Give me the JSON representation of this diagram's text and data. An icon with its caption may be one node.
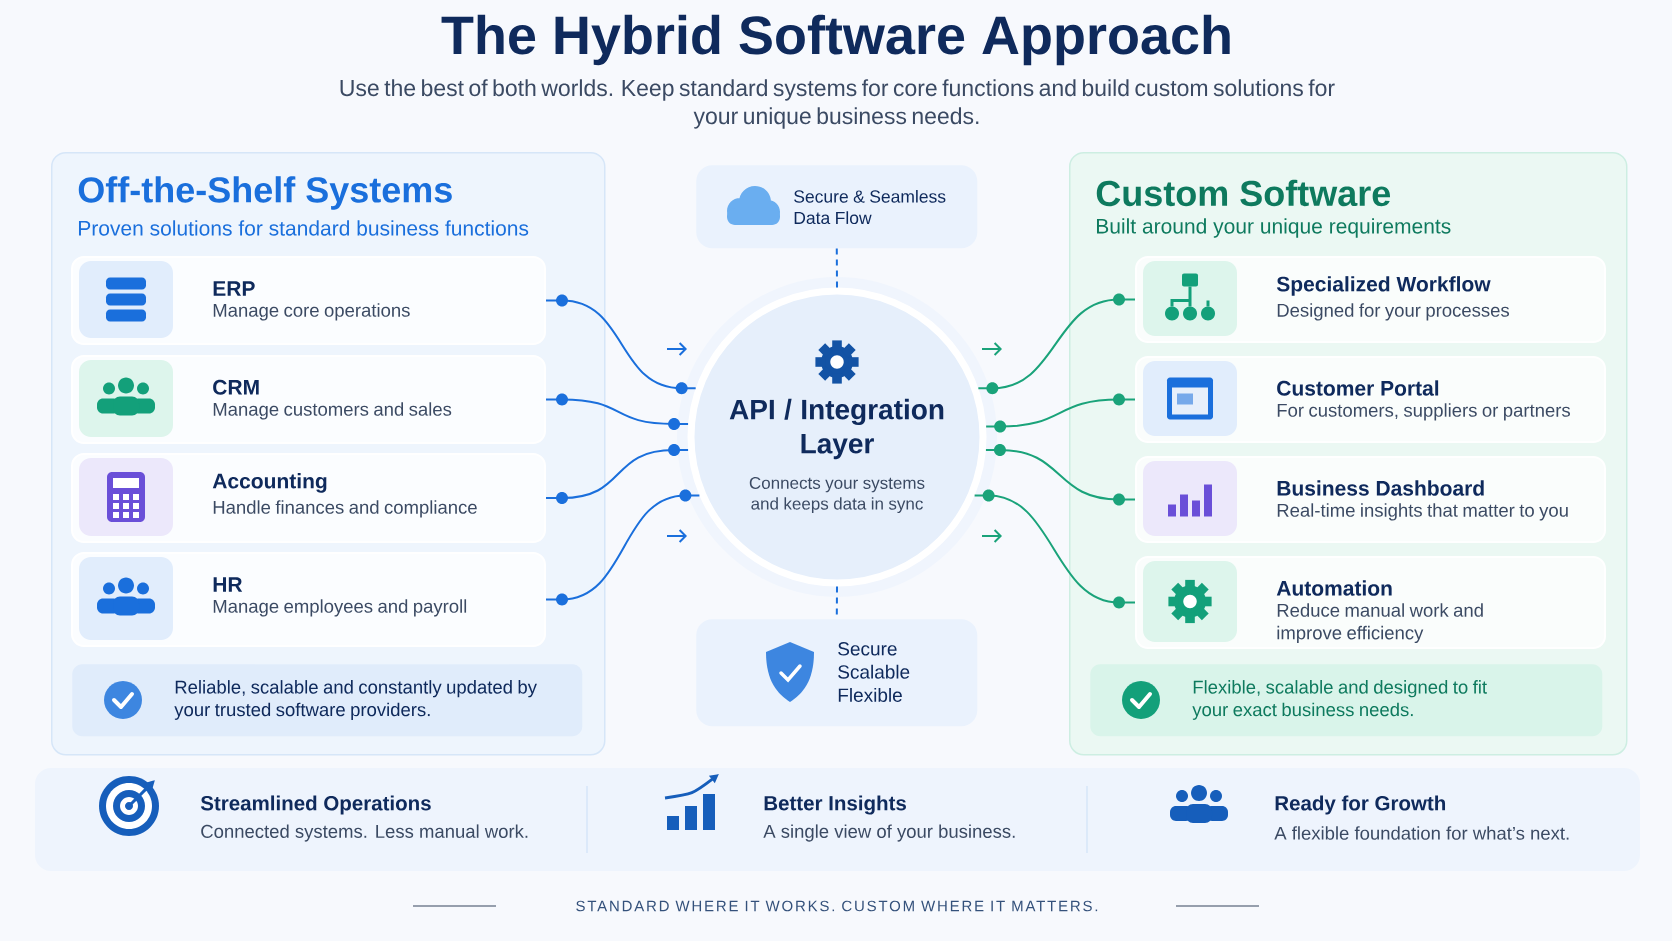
{
  "diagram": {
    "title": "The Hybrid Software Approach",
    "nodes": [
      {
        "text": [
          "Off-the-Shelf Systems",
          "Proven solutions for standard business functions"
        ]
      },
      {
        "text": [
          "ERP",
          "Manage core operations"
        ],
        "in": 0
      },
      {
        "text": [
          "CRM",
          "Manage customers and sales"
        ],
        "in": 0
      },
      {
        "text": [
          "Accounting",
          "Handle finances and compliance"
        ],
        "in": 0
      },
      {
        "text": [
          "HR",
          "Manage employees and payroll"
        ],
        "in": 0
      },
      {
        "text": [
          "Reliable, scalable and constantly updated by your trusted software providers."
        ],
        "in": 0
      },
      {
        "text": [
          "Secure & Seamless Data Flow"
        ]
      },
      {
        "text": [
          "API / Integration Layer",
          "Connects your systems and keeps data in sync"
        ]
      },
      {
        "text": [
          "Secure Scalable Flexible"
        ]
      },
      {
        "text": [
          "Custom Software",
          "Built around your unique requirements"
        ]
      },
      {
        "text": [
          "Specialized Workflow",
          "Designed for your processes"
        ],
        "in": 9
      },
      {
        "text": [
          "Customer Portal",
          "For customers, suppliers or partners"
        ],
        "in": 9
      },
      {
        "text": [
          "Business Dashboard",
          "Real-time insights that matter to you"
        ],
        "in": 9
      },
      {
        "text": [
          "Automation",
          "Reduce manual work and improve efficiency"
        ],
        "in": 9
      },
      {
        "text": [
          "Flexible, scalable and designed to fit your exact business needs."
        ],
        "in": 9
      }
    ],
    "edges": [
      {
        "from": 1,
        "to": 7,
        "arrow": "none"
      },
      {
        "from": 2,
        "to": 7,
        "arrow": "none"
      },
      {
        "from": 3,
        "to": 7,
        "arrow": "none"
      },
      {
        "from": 4,
        "to": 7,
        "arrow": "none"
      },
      {
        "from": 7,
        "to": 10,
        "arrow": "none",
        "color": "#1aa37a"
      },
      {
        "from": 7,
        "to": 11,
        "arrow": "none",
        "color": "#1aa37a"
      },
      {
        "from": 7,
        "to": 12,
        "arrow": "none",
        "color": "#1aa37a"
      },
      {
        "from": 7,
        "to": 13,
        "arrow": "none",
        "color": "#1aa37a"
      },
      {
        "from": 6,
        "to": 7,
        "arrow": "none",
        "style": "dashed"
      },
      {
        "from": 7,
        "to": 8,
        "arrow": "none",
        "style": "dashed"
      }
    ],
    "labels": [
      "Use the best of both worlds. Keep standard systems for core functions and build custom solutions for your unique business needs.",
      "Streamlined Operations",
      "Connected systems. Less manual work.",
      "Better Insights",
      "A single view of your business.",
      "Ready for Growth",
      "A flexible foundation for what’s next.",
      "STANDARD WHERE IT WORKS. CUSTOM WHERE IT MATTERS."
    ]
  }
}
